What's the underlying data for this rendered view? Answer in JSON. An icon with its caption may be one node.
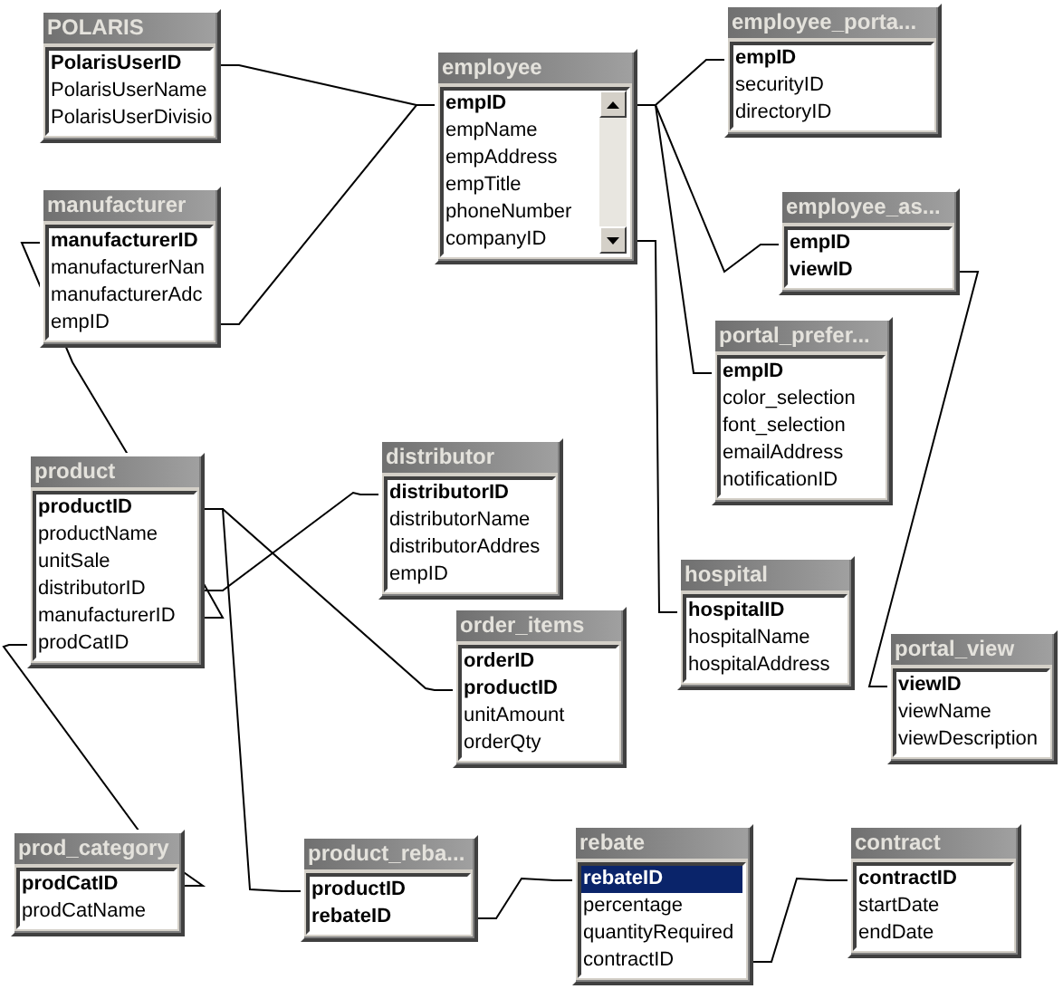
{
  "diagram": {
    "nodes": [
      {
        "text": [
          "POLARIS",
          "PolarisUserID",
          "PolarisUserName",
          "PolarisUserDivisio"
        ]
      },
      {
        "text": [
          "employee",
          "empID",
          "empName",
          "empAddress",
          "empTitle",
          "phoneNumber",
          "companyID"
        ]
      },
      {
        "text": [
          "employee_porta...",
          "empID",
          "securityID",
          "directoryID"
        ]
      },
      {
        "text": [
          "manufacturer",
          "manufacturerID",
          "manufacturerNan",
          "manufacturerAdc",
          "empID"
        ]
      },
      {
        "text": [
          "employee_as...",
          "empID",
          "viewID"
        ]
      },
      {
        "text": [
          "portal_prefer...",
          "empID",
          "color_selection",
          "font_selection",
          "emailAddress",
          "notificationID"
        ]
      },
      {
        "text": [
          "product",
          "productID",
          "productName",
          "unitSale",
          "distributorID",
          "manufacturerID",
          "prodCatID"
        ]
      },
      {
        "text": [
          "distributor",
          "distributorID",
          "distributorName",
          "distributorAddres",
          "empID"
        ]
      },
      {
        "text": [
          "hospital",
          "hospitalID",
          "hospitalName",
          "hospitalAddress"
        ]
      },
      {
        "text": [
          "order_items",
          "orderID",
          "productID",
          "unitAmount",
          "orderQty"
        ]
      },
      {
        "text": [
          "portal_view",
          "viewID",
          "viewName",
          "viewDescription"
        ]
      },
      {
        "text": [
          "prod_category",
          "prodCatID",
          "prodCatName"
        ]
      },
      {
        "text": [
          "product_reba...",
          "productID",
          "rebateID"
        ]
      },
      {
        "text": [
          "rebate",
          "rebateID",
          "percentage",
          "quantityRequired",
          "contractID"
        ]
      },
      {
        "text": [
          "contract",
          "contractID",
          "startDate",
          "endDate"
        ]
      }
    ],
    "edges": [
      {
        "from": 0,
        "to": 1,
        "arrow": "none"
      },
      {
        "from": 3,
        "to": 1,
        "arrow": "none"
      },
      {
        "from": 1,
        "to": 2,
        "arrow": "none"
      },
      {
        "from": 1,
        "to": 4,
        "arrow": "none"
      },
      {
        "from": 1,
        "to": 5,
        "arrow": "none"
      },
      {
        "from": 1,
        "to": 8,
        "arrow": "none"
      },
      {
        "from": 4,
        "to": 10,
        "arrow": "none"
      },
      {
        "from": 3,
        "to": 6,
        "arrow": "none"
      },
      {
        "from": 6,
        "to": 11,
        "arrow": "none"
      },
      {
        "from": 6,
        "to": 9,
        "arrow": "none"
      },
      {
        "from": 6,
        "to": 12,
        "arrow": "none"
      },
      {
        "from": 6,
        "to": 7,
        "arrow": "none"
      },
      {
        "from": 12,
        "to": 13,
        "arrow": "none"
      },
      {
        "from": 13,
        "to": 14,
        "arrow": "none"
      }
    ]
  }
}
